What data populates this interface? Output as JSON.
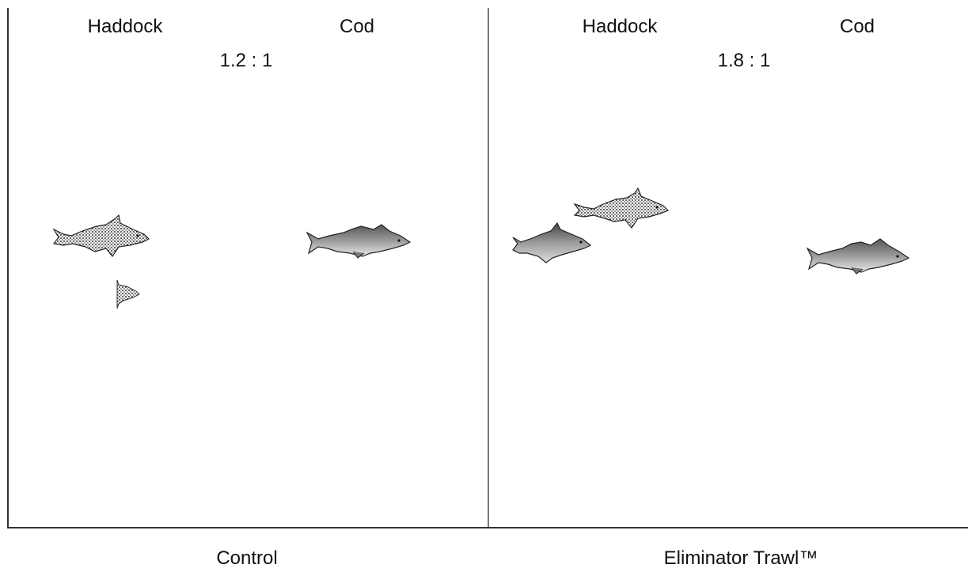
{
  "panels": [
    {
      "species_left": "Haddock",
      "species_right": "Cod",
      "ratio": "1.2 : 1",
      "caption": "Control"
    },
    {
      "species_left": "Haddock",
      "species_right": "Cod",
      "ratio": "1.8 : 1",
      "caption": "Eliminator Trawl™"
    }
  ]
}
